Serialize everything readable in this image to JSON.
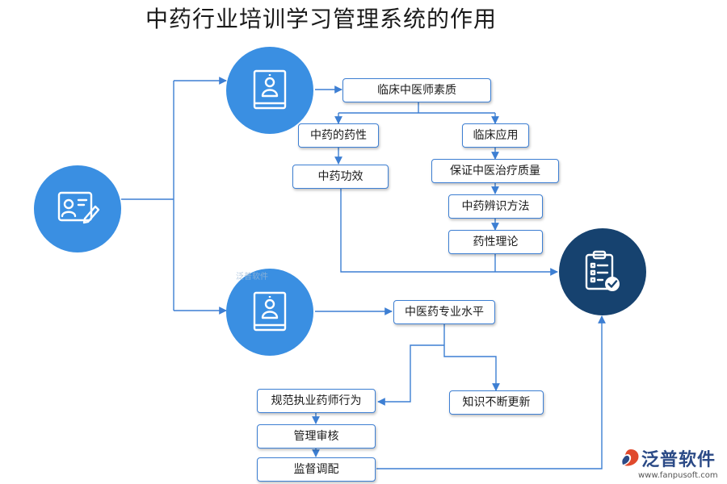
{
  "title": "中药行业培训学习管理系统的作用",
  "colors": {
    "line": "#3d7fd3",
    "circle_light": "#3a8fe2",
    "circle_dark": "#16426f",
    "node_border": "#3d7fd3"
  },
  "icons": {
    "root": "profile-card-pen-icon",
    "branch_top": "book-person-icon",
    "branch_bottom": "book-person-icon",
    "target": "clipboard-checklist-icon"
  },
  "nodes": {
    "clinical_quality": "临床中医师素质",
    "herb_nature": "中药的药性",
    "clinical_application": "临床应用",
    "herb_efficacy": "中药功效",
    "ensure_quality": "保证中医治疗质量",
    "herb_identification": "中药辨识方法",
    "pharmacology_theory": "药性理论",
    "professional_level": "中医药专业水平",
    "regulate_conduct": "规范执业药师行为",
    "knowledge_update": "知识不断更新",
    "management_review": "管理审核",
    "supervision": "监督调配"
  },
  "watermark": "泛普软件",
  "brand": {
    "name": "泛普软件",
    "url": "www.fanpusoft.com"
  }
}
